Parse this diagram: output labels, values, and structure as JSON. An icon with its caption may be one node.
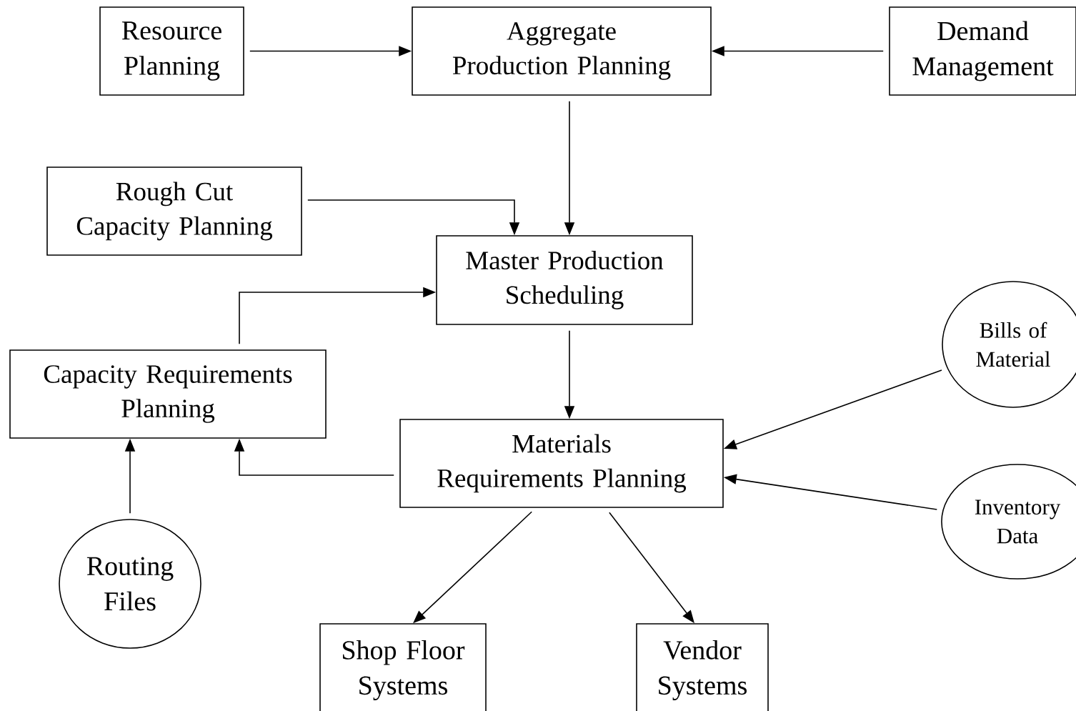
{
  "diagram": {
    "nodes": [
      {
        "text": [
          "Resource Planning"
        ]
      },
      {
        "text": [
          "Aggregate Production Planning"
        ]
      },
      {
        "text": [
          "Demand Management"
        ]
      },
      {
        "text": [
          "Rough Cut Capacity Planning"
        ]
      },
      {
        "text": [
          "Master Production Scheduling"
        ]
      },
      {
        "text": [
          "Capacity Requirements Planning"
        ]
      },
      {
        "text": [
          "Materials Requirements Planning"
        ]
      },
      {
        "text": [
          "Bills of Material"
        ]
      },
      {
        "text": [
          "Inventory Data"
        ]
      },
      {
        "text": [
          "Routing Files"
        ]
      },
      {
        "text": [
          "Shop Floor Systems"
        ]
      },
      {
        "text": [
          "Vendor Systems"
        ]
      }
    ],
    "edges": [
      {
        "from": 0,
        "to": 1,
        "arrow": "to"
      },
      {
        "from": 2,
        "to": 1,
        "arrow": "to"
      },
      {
        "from": 1,
        "to": 4,
        "arrow": "to"
      },
      {
        "from": 3,
        "to": 4,
        "arrow": "to"
      },
      {
        "from": 5,
        "to": 4,
        "arrow": "to"
      },
      {
        "from": 4,
        "to": 6,
        "arrow": "to"
      },
      {
        "from": 6,
        "to": 5,
        "arrow": "to"
      },
      {
        "from": 7,
        "to": 6,
        "arrow": "to"
      },
      {
        "from": 8,
        "to": 6,
        "arrow": "to"
      },
      {
        "from": 9,
        "to": 5,
        "arrow": "to"
      },
      {
        "from": 6,
        "to": 10,
        "arrow": "to"
      },
      {
        "from": 6,
        "to": 11,
        "arrow": "to"
      }
    ]
  }
}
